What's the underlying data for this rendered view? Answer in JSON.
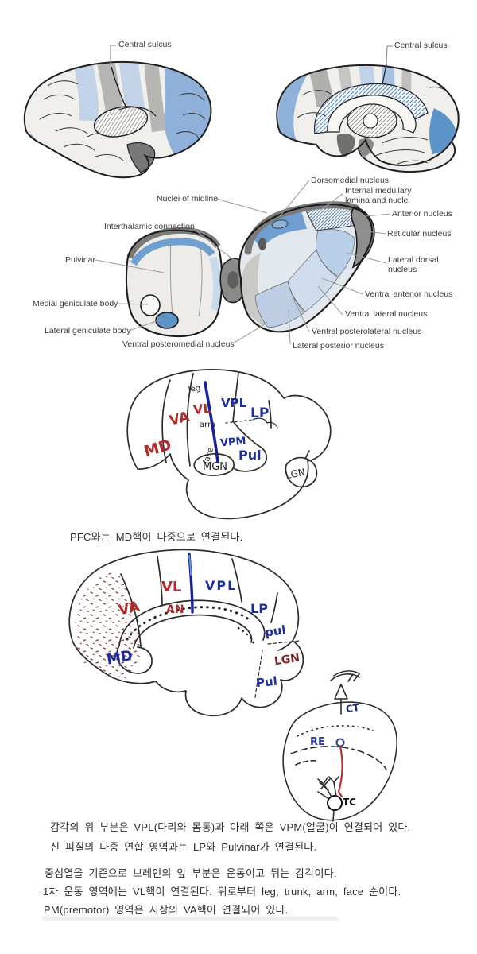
{
  "figure_brains": {
    "lateral_label": "Central sulcus",
    "medial_label": "Central sulcus"
  },
  "figure_thalamus": {
    "left_labels": {
      "nuclei_of_midline": "Nuclei of midline",
      "interthalamic_connection": "Interthalamic connection",
      "pulvinar": "Pulvinar",
      "medial_geniculate_body": "Medial geniculate body",
      "lateral_geniculate_body": "Lateral geniculate body",
      "ventral_posteromedial_nucleus": "Ventral posteromedial nucleus"
    },
    "right_labels": {
      "dorsomedial_nucleus": "Dorsomedial nucleus",
      "internal_medullary": "Internal medullary lamina and nuclei",
      "anterior_nucleus": "Anterior nucleus",
      "reticular_nucleus": "Reticular nucleus",
      "lateral_dorsal_nucleus": "Lateral dorsal nucleus",
      "ventral_anterior_nucleus": "Ventral anterior nucleus",
      "ventral_lateral_nucleus": "Ventral lateral nucleus",
      "ventral_posterolateral_nucleus": "Ventral posterolateral nucleus",
      "lateral_posterior_nucleus": "Lateral posterior nucleus"
    }
  },
  "sketch_lateral": {
    "md": "MD",
    "va": "VA",
    "vl": "VL",
    "vpl": "VPL",
    "vpm": "VPM",
    "lp": "LP",
    "pul": "Pul",
    "mgn": "MGN",
    "lgn": "LGN",
    "leg": "leg",
    "arm": "arm",
    "face": "face"
  },
  "caption_pfc": "PFC와는  MD핵이  다중으로  연결된다.",
  "sketch_medial": {
    "va": "VA",
    "vl": "VL",
    "an": "AN",
    "vpl": "VPL",
    "lp": "LP",
    "pul_upper": "pul",
    "md": "MD",
    "lgn": "LGN",
    "pul_lower": "Pul"
  },
  "sketch_circuit": {
    "ct": "CT",
    "re": "RE",
    "tc": "TC"
  },
  "notes_sensory": [
    "감각의 위 부분은 VPL(다리와 몸통)과 아래 쪽은 VPM(얼굴)이 연결되어 있다.",
    "신 피질의 다중 연합 영역과는 LP와 Pulvinar가 연결된다."
  ],
  "notes_motor": [
    "중심열을 기준으로 브레인의 앞 부분은 운동이고 뒤는 감각이다.",
    "1차 운동 영역에는 VL핵이 연결된다. 위로부터 leg, trunk, arm, face 순이다.",
    "PM(premotor) 영역은 시상의 VA핵이 연결되어 있다."
  ],
  "colors": {
    "light_blue": "#c2d3e9",
    "medium_blue": "#8fb0d9",
    "deep_blue": "#5e93c8",
    "cream": "#f0efeb",
    "mid_gray": "#8e8e8c",
    "hand_red": "#b22a2a",
    "hand_navy": "#1d2f9e",
    "label_gray": "#3a3a3a"
  }
}
